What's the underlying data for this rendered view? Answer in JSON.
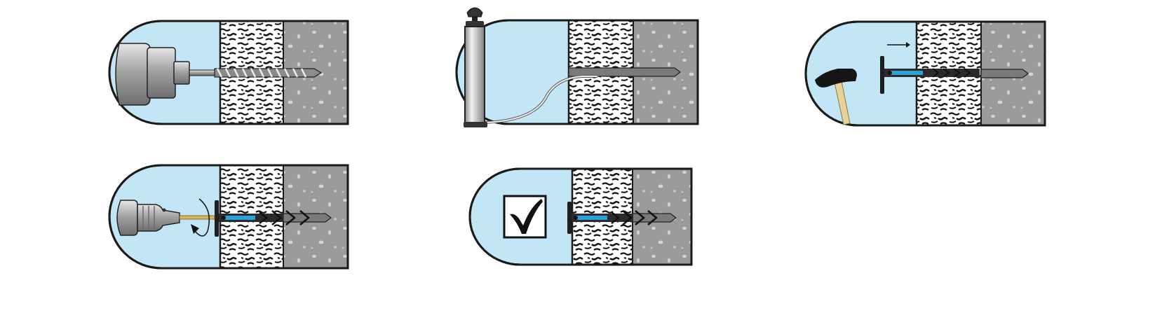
{
  "colors": {
    "background": "#ffffff",
    "air": "#c3e6f6",
    "insulation": "#ffffff",
    "insulation_texture": "#111111",
    "concrete": "#9b9b9b",
    "concrete_dots": "#cfcfcf",
    "outline": "#1a1a1a",
    "dowel_sleeve": "#2aa3d6",
    "dowel_body": "#2b2b2b",
    "drill_metal": "#a9a9a9",
    "hammer_handle": "#e8d29a"
  },
  "panels": [
    {
      "id": "step-drill-hole",
      "icon": "hammer-drill-icon"
    },
    {
      "id": "step-clean-hole",
      "icon": "blow-pump-icon"
    },
    {
      "id": "step-insert-dowel",
      "icon": "hammer-icon"
    },
    {
      "id": "step-set-screw",
      "icon": "screwdriver-drill-icon"
    },
    {
      "id": "step-finished",
      "icon": "checkmark-icon"
    }
  ]
}
